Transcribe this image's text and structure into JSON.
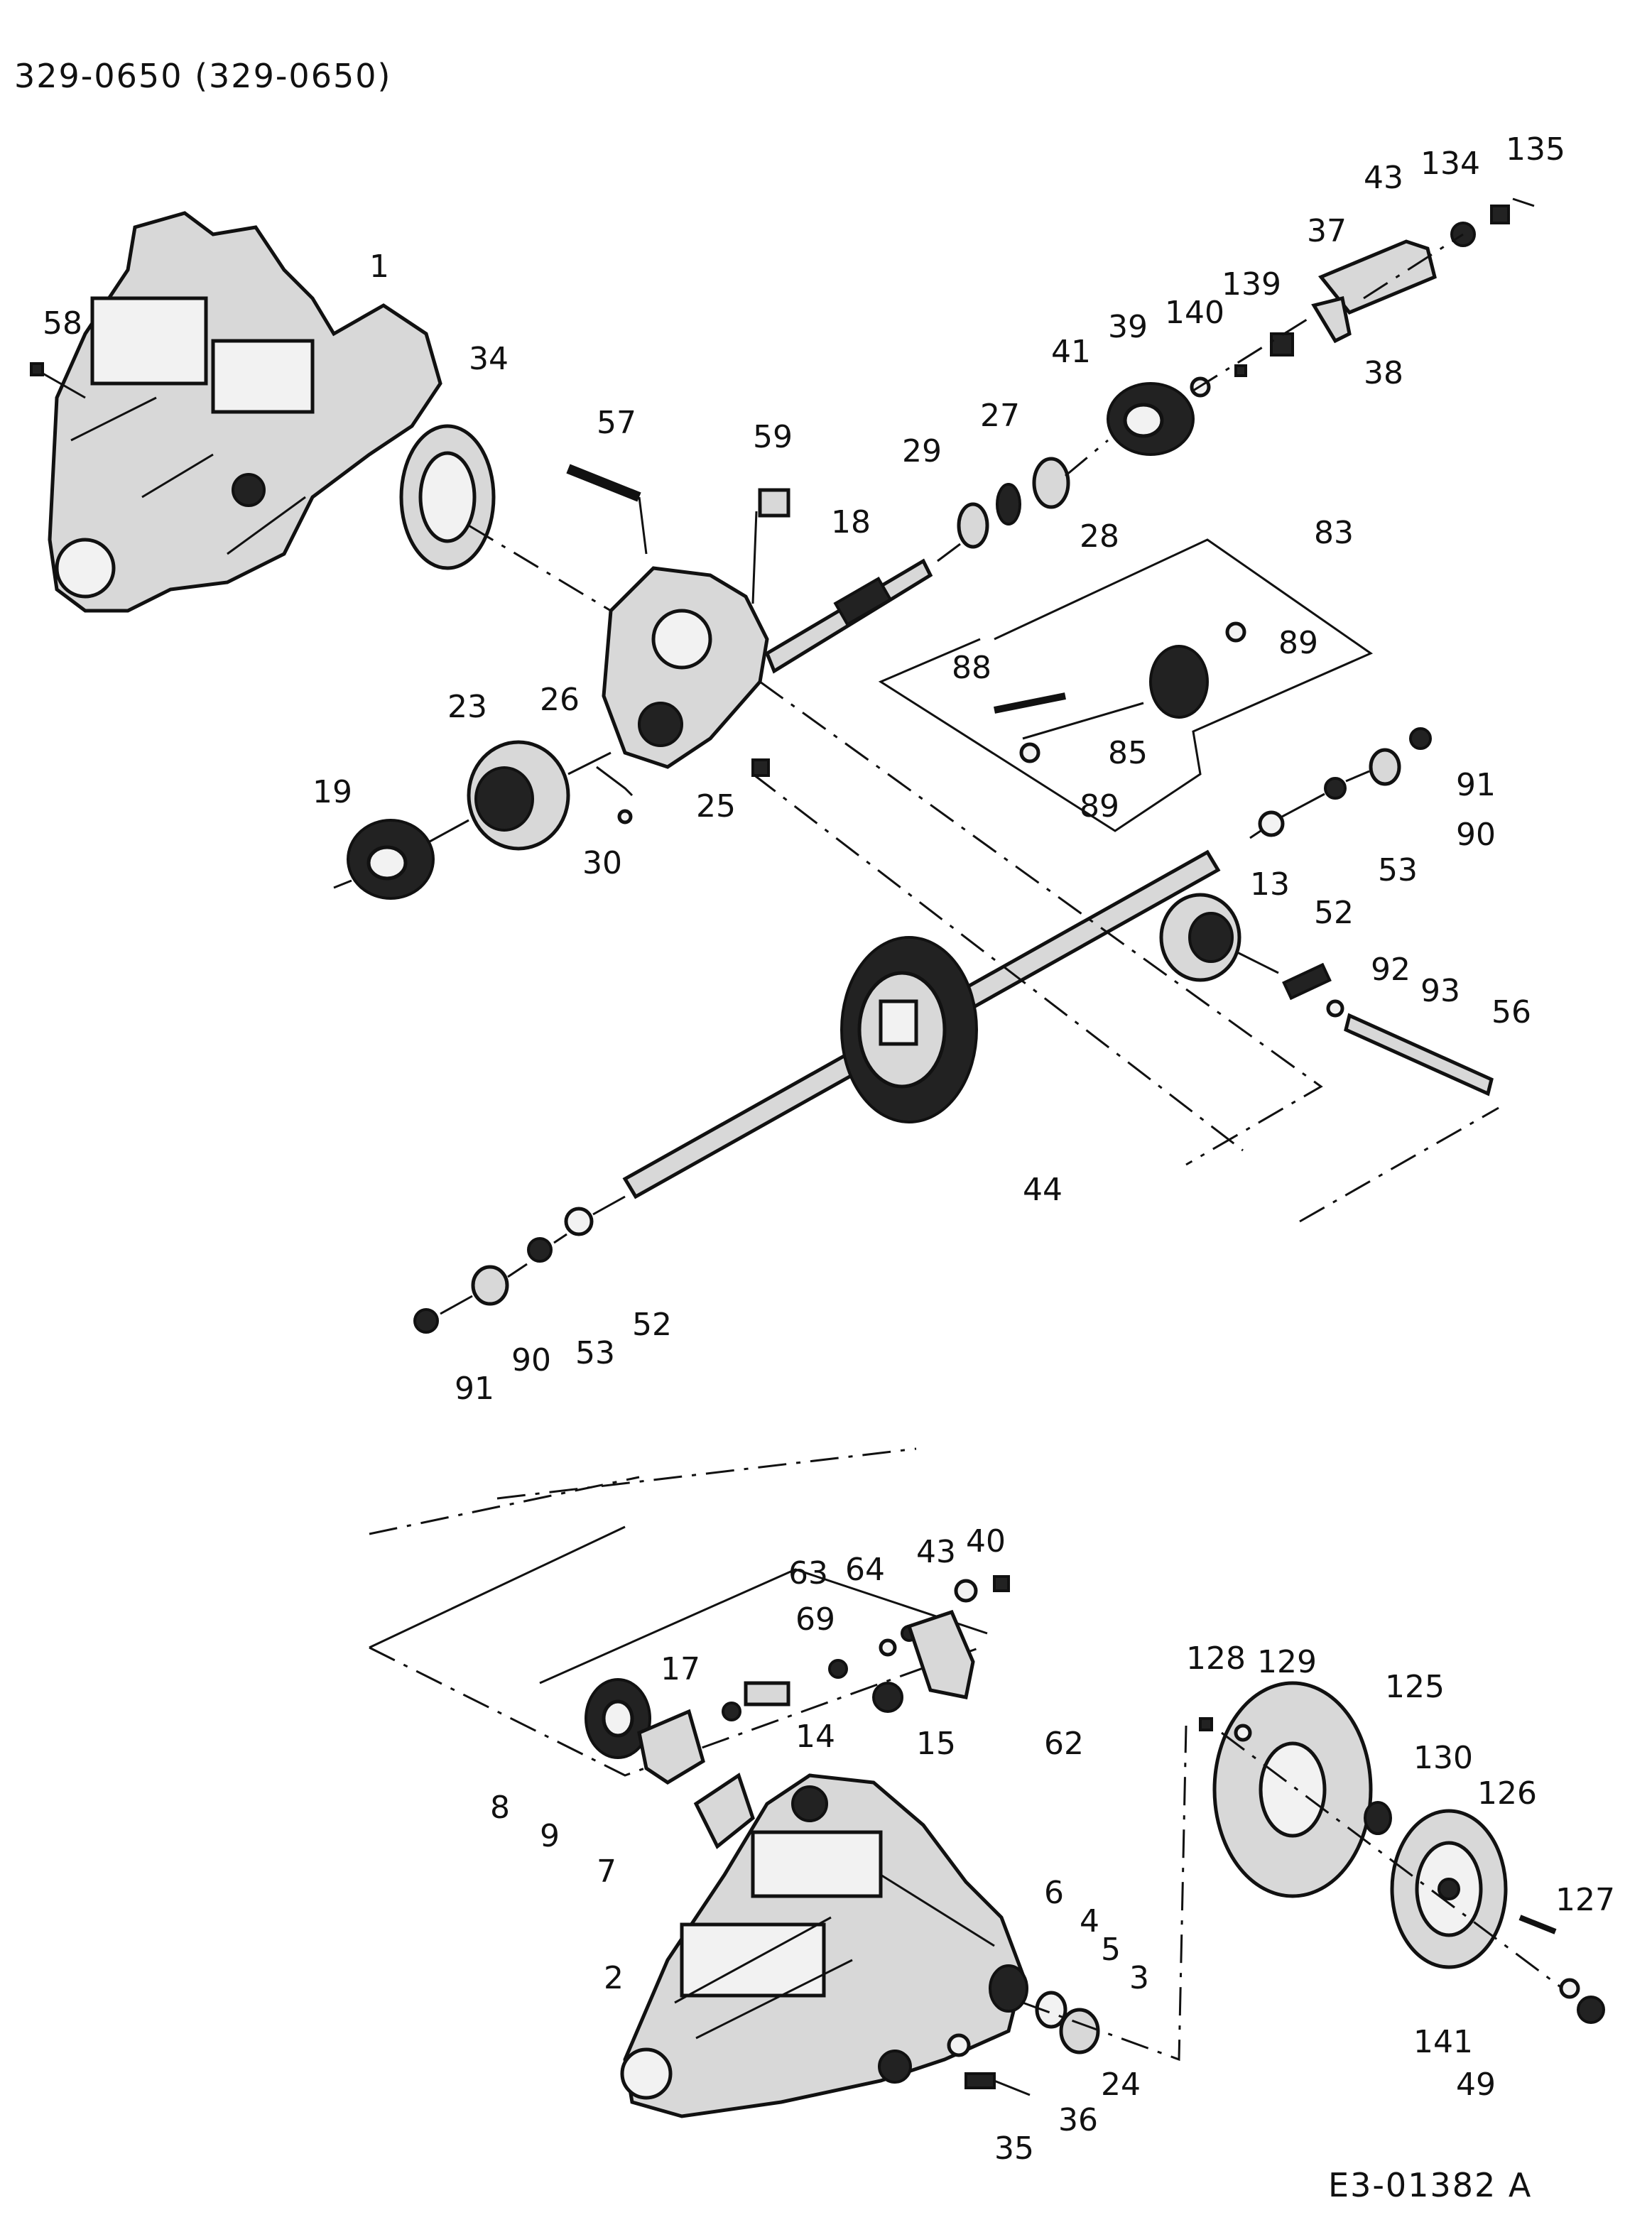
{
  "header": {
    "title": "329-0650 (329-0650)"
  },
  "footer": {
    "doc_ref": "E3-01382 A"
  },
  "labels": [
    "1",
    "58",
    "34",
    "57",
    "59",
    "18",
    "29",
    "28",
    "27",
    "41",
    "39",
    "140",
    "139",
    "37",
    "38",
    "43",
    "134",
    "135",
    "83",
    "89",
    "88",
    "85",
    "89",
    "26",
    "23",
    "19",
    "30",
    "25",
    "13",
    "52",
    "53",
    "91",
    "90",
    "92",
    "93",
    "56",
    "44",
    "52",
    "53",
    "90",
    "91",
    "63",
    "64",
    "43",
    "40",
    "69",
    "17",
    "14",
    "15",
    "62",
    "8",
    "9",
    "7",
    "6",
    "4",
    "5",
    "3",
    "2",
    "24",
    "35",
    "36",
    "128",
    "129",
    "125",
    "130",
    "126",
    "127",
    "141",
    "49"
  ]
}
